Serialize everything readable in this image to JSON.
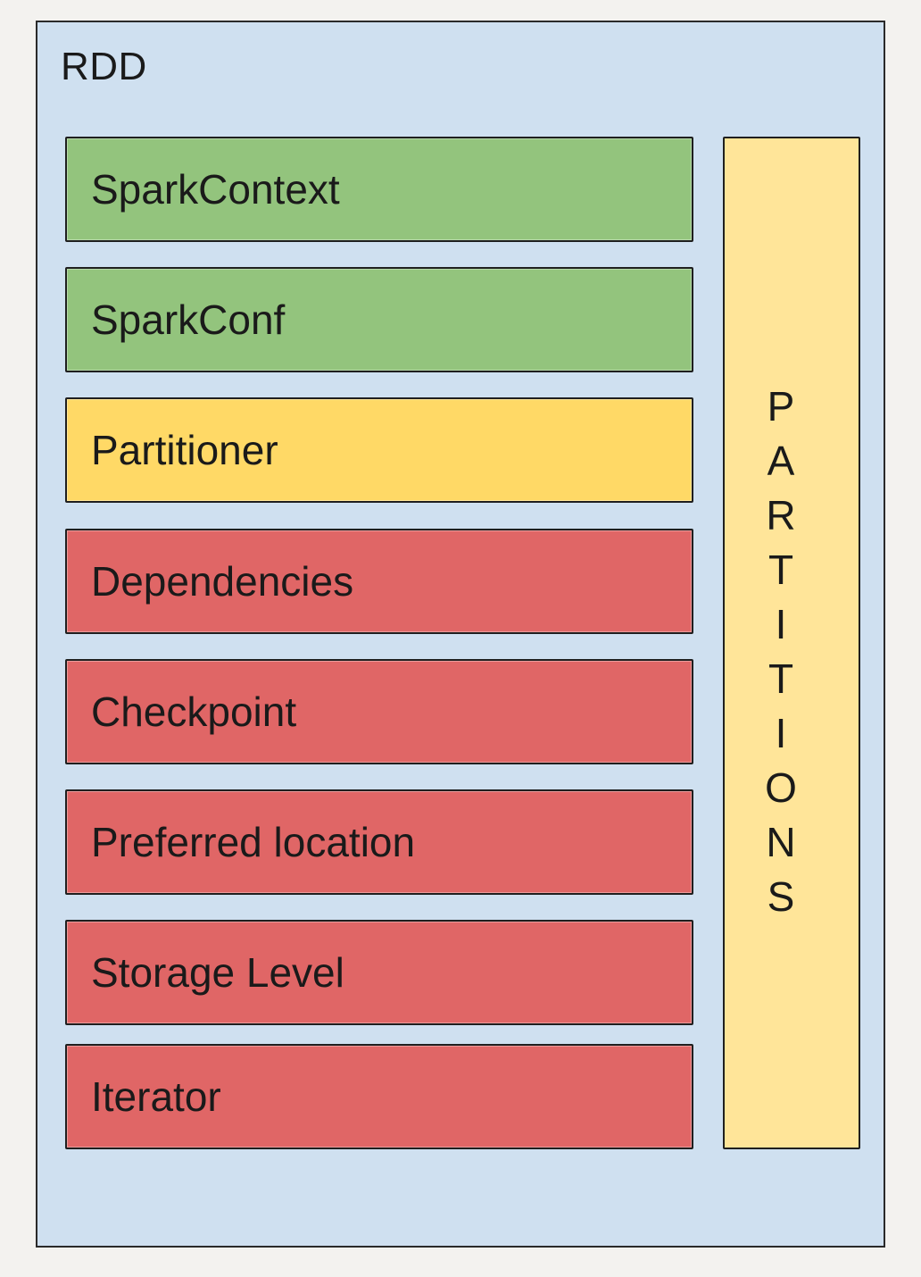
{
  "diagram": {
    "title": "RDD",
    "components": [
      {
        "label": "SparkContext",
        "color": "#93c47d"
      },
      {
        "label": "SparkConf",
        "color": "#93c47d"
      },
      {
        "label": "Partitioner",
        "color": "#ffd966"
      },
      {
        "label": "Dependencies",
        "color": "#e06666"
      },
      {
        "label": "Checkpoint",
        "color": "#e06666"
      },
      {
        "label": "Preferred location",
        "color": "#e06666"
      },
      {
        "label": "Storage Level",
        "color": "#e06666"
      },
      {
        "label": "Iterator",
        "color": "#e06666"
      }
    ],
    "partitions": {
      "label": "PARTITIONS",
      "color": "#ffe599"
    },
    "frame_color": "#cfe0f0"
  }
}
